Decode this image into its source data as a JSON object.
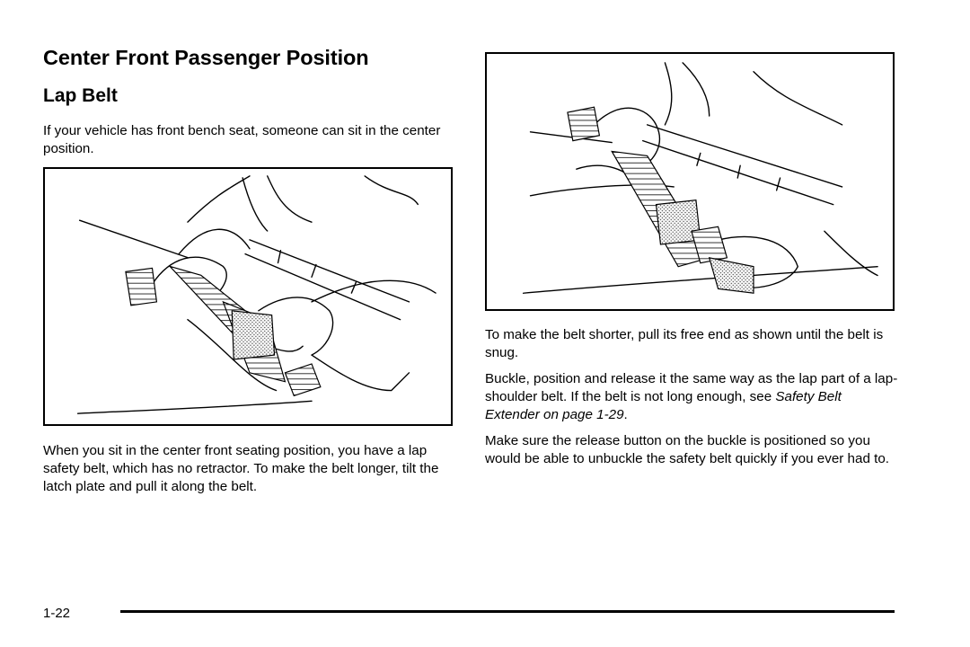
{
  "page": {
    "title": "Center Front Passenger Position",
    "subtitle": "Lap Belt",
    "page_number": "1-22"
  },
  "left": {
    "intro": "If your vehicle has front bench seat, someone can sit in the center position.",
    "body": "When you sit in the center front seating position, you have a lap safety belt, which has no retractor. To make the belt longer, tilt the latch plate and pull it along the belt."
  },
  "right": {
    "p1": "To make the belt shorter, pull its free end as shown until the belt is snug.",
    "p2_before": "Buckle, position and release it the same way as the lap part of a lap-shoulder belt. If the belt is not long enough, see ",
    "p2_ref": "Safety Belt Extender on page 1-29",
    "p2_after": ".",
    "p3": "Make sure the release button on the buckle is positioned so you would be able to unbuckle the safety belt quickly if you ever had to."
  }
}
